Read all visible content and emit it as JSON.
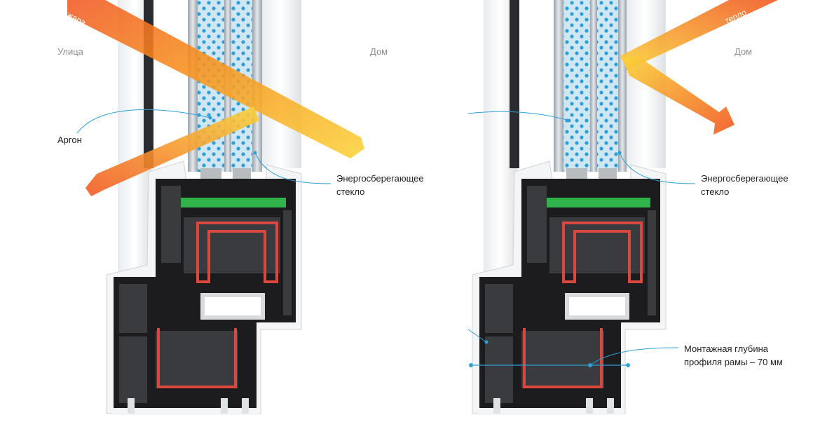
{
  "left_panel": {
    "outside_label": "Улица",
    "inside_label": "Дом",
    "beam_label": "жара",
    "argon_label": "Аргон",
    "glass_label_line1": "Энергосберегающее",
    "glass_label_line2": "стекло"
  },
  "right_panel": {
    "inside_label": "Дом",
    "beam_label": "тепло",
    "glass_label_line1": "Энергосберегающее",
    "glass_label_line2": "стекло",
    "depth_label_line1": "Монтажная глубина",
    "depth_label_line2": "профиля рамы – 70 мм"
  },
  "colors": {
    "profile_white": "#f4f5f6",
    "profile_dark": "#1c1c1e",
    "chamber_grey": "#3a3b3e",
    "reinforcement_red": "#d9473f",
    "gasket_green": "#2fb34a",
    "argon_dots": "#2f9fd6",
    "beam_orange": "#f7941d",
    "beam_red": "#f15a24",
    "beam_yellow": "#fbd33a",
    "leader_line": "#2f9fd6"
  }
}
